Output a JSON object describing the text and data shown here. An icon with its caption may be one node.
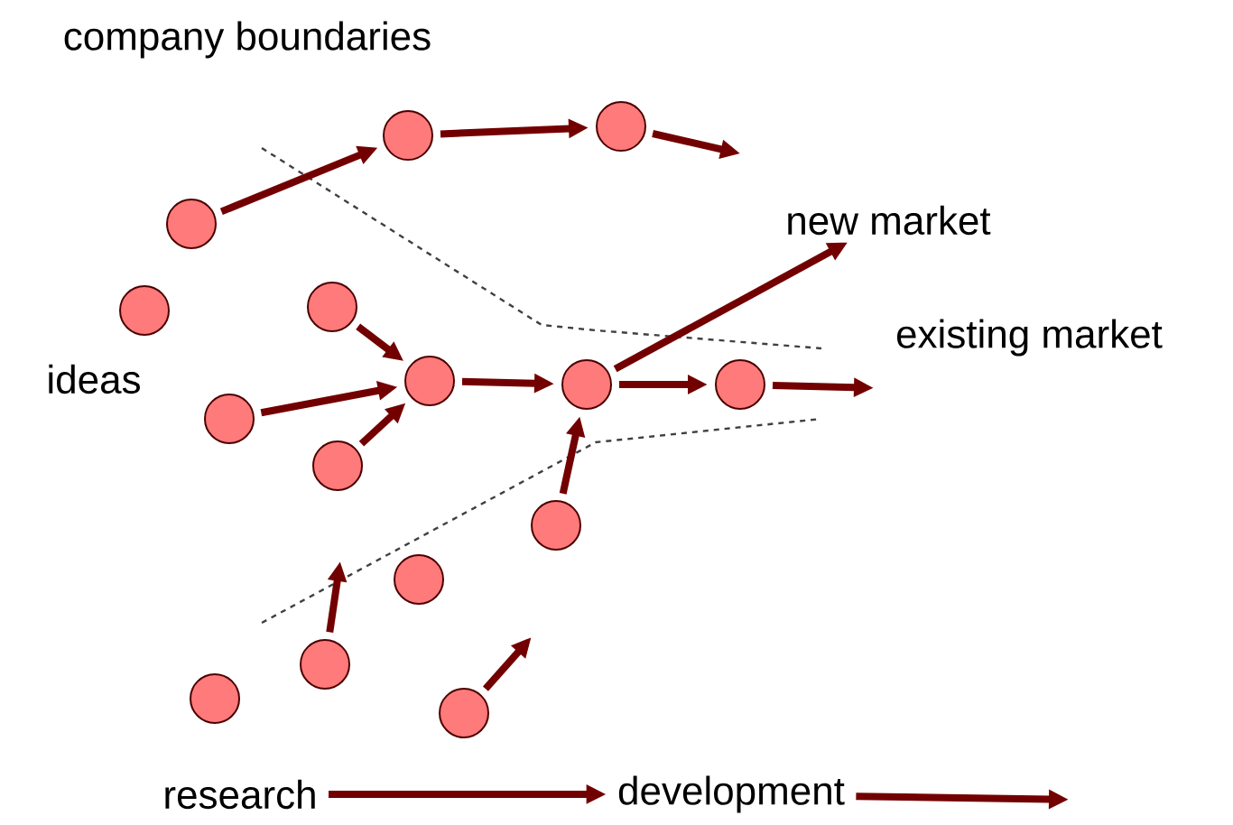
{
  "diagram": {
    "nodes": [
      {
        "text": [],
        "shape": "circle"
      },
      {
        "text": [],
        "shape": "circle"
      },
      {
        "text": [],
        "shape": "circle"
      },
      {
        "text": [
          "new market"
        ]
      },
      {
        "text": [],
        "shape": "circle"
      },
      {
        "text": [],
        "shape": "circle"
      },
      {
        "text": [],
        "shape": "circle"
      },
      {
        "text": [],
        "shape": "circle"
      },
      {
        "text": [],
        "shape": "circle"
      },
      {
        "text": [],
        "shape": "circle"
      },
      {
        "text": [],
        "shape": "circle"
      },
      {
        "text": [],
        "shape": "circle"
      },
      {
        "text": [],
        "shape": "circle"
      },
      {
        "text": [],
        "shape": "circle"
      },
      {
        "text": [],
        "shape": "circle"
      },
      {
        "text": [],
        "shape": "circle"
      },
      {
        "text": [
          "research"
        ]
      },
      {
        "text": [
          "development"
        ]
      }
    ],
    "edges": [
      {
        "from": 2,
        "to": 0,
        "arrow": "to"
      },
      {
        "from": 0,
        "to": 1,
        "arrow": "to"
      },
      {
        "from": 1,
        "to": null,
        "arrow": "to"
      },
      {
        "from": 5,
        "to": 6,
        "arrow": "to"
      },
      {
        "from": 9,
        "to": 6,
        "arrow": "to"
      },
      {
        "from": 10,
        "to": 6,
        "arrow": "to"
      },
      {
        "from": 6,
        "to": 7,
        "arrow": "to"
      },
      {
        "from": 7,
        "to": 8,
        "arrow": "to"
      },
      {
        "from": 8,
        "to": null,
        "arrow": "to"
      },
      {
        "from": 7,
        "to": 3,
        "arrow": "to"
      },
      {
        "from": 11,
        "to": 7,
        "arrow": "to"
      },
      {
        "from": 13,
        "to": null,
        "arrow": "to"
      },
      {
        "from": 15,
        "to": null,
        "arrow": "to"
      },
      {
        "from": 16,
        "to": 17,
        "arrow": "to"
      },
      {
        "from": 17,
        "to": null,
        "arrow": "to"
      }
    ],
    "labels": [
      "company boundaries",
      "existing market",
      "ideas"
    ]
  }
}
